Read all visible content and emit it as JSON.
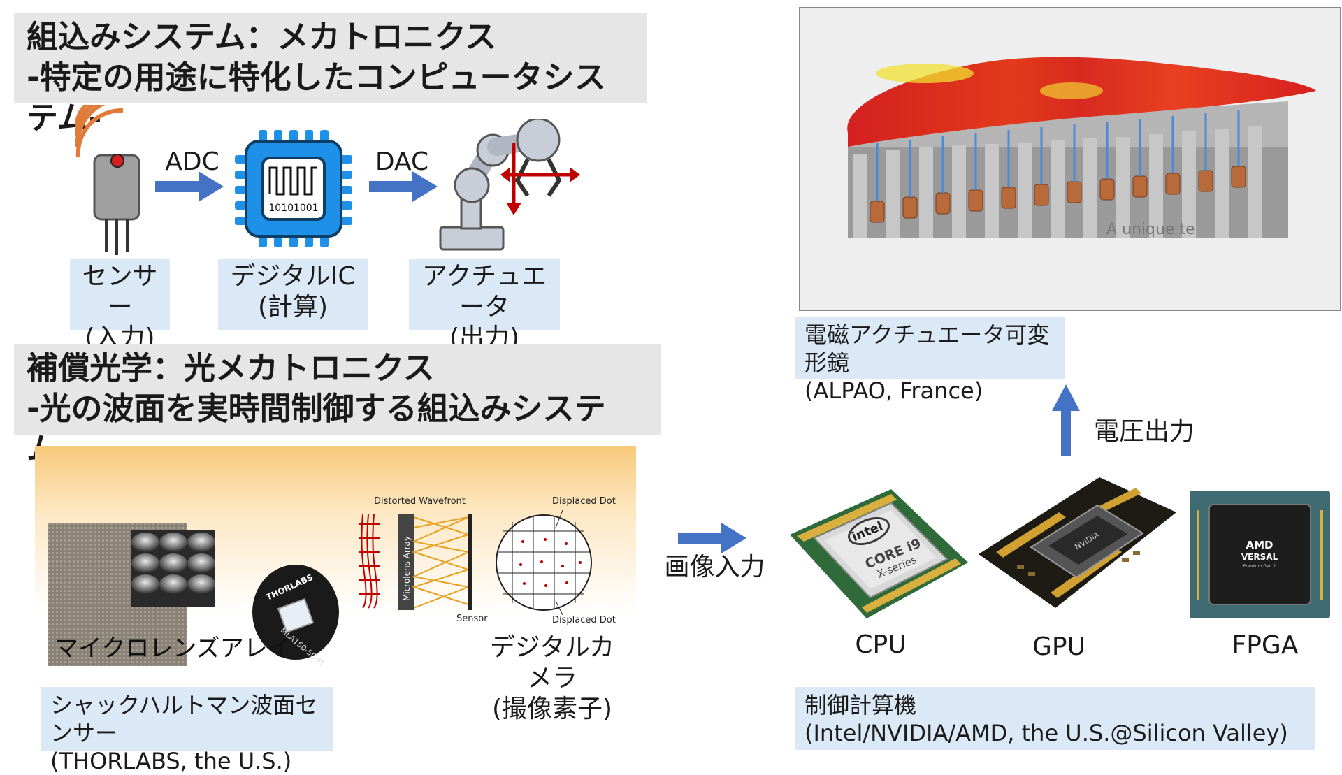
{
  "embedded_section": {
    "title_line1": "組込みシステム：メカトロニクス",
    "title_line2": "-特定の用途に特化したコンピュータシステム-",
    "adc_label": "ADC",
    "dac_label": "DAC",
    "ic_binary": "10101001",
    "sensor_label_1": "センサー",
    "sensor_label_2": "(入力)",
    "ic_label_1": "デジタルIC",
    "ic_label_2": "(計算)",
    "actuator_label_1": "アクチュエータ",
    "actuator_label_2": "(出力)"
  },
  "adaptive_section": {
    "title_line1": "補償光学：光メカトロニクス",
    "title_line2": "-光の波面を実時間制御する組込みシステム-",
    "microlens_label": "マイクロレンズアレイ",
    "thorlabs_logo": "THORLABS",
    "lens_part_no": "MLA150-5C-M",
    "diagram_distorted": "Distorted Wavefront",
    "diagram_microlens": "Microlens Array",
    "diagram_sensor": "Sensor",
    "diagram_displaced_top": "Displaced Dot",
    "diagram_displaced_bottom": "Displaced Dot",
    "camera_label_1": "デジタルカメラ",
    "camera_label_2": "(撮像素子)",
    "wfs_caption_1": "シャックハルトマン波面センサー",
    "wfs_caption_2": "(THORLABS, the U.S.)"
  },
  "flow": {
    "image_input": "画像入力",
    "voltage_output": "電圧出力"
  },
  "mirror": {
    "photo_text": "A unique te",
    "caption_1": "電磁アクチュエータ可変形鏡",
    "caption_2": "(ALPAO, France)"
  },
  "computers": {
    "cpu_label": "CPU",
    "gpu_label": "GPU",
    "fpga_label": "FPGA",
    "cpu_brand": "intel",
    "cpu_model": "CORE i9",
    "cpu_series": "X-series",
    "gpu_brand": "NVIDIA",
    "fpga_brand": "AMD",
    "fpga_model": "VERSAL",
    "fpga_sub": "Premium Gen 2",
    "caption_1": "制御計算機",
    "caption_2": "(Intel/NVIDIA/AMD, the U.S.@Silicon Valley)"
  },
  "colors": {
    "accent_blue": "#4472c4",
    "ic_blue": "#1e90e8",
    "label_bg": "#dbe8f5",
    "title_bg": "#e6e6e6",
    "sensor_orange": "#e07b39",
    "arrow_red": "#c00000"
  }
}
